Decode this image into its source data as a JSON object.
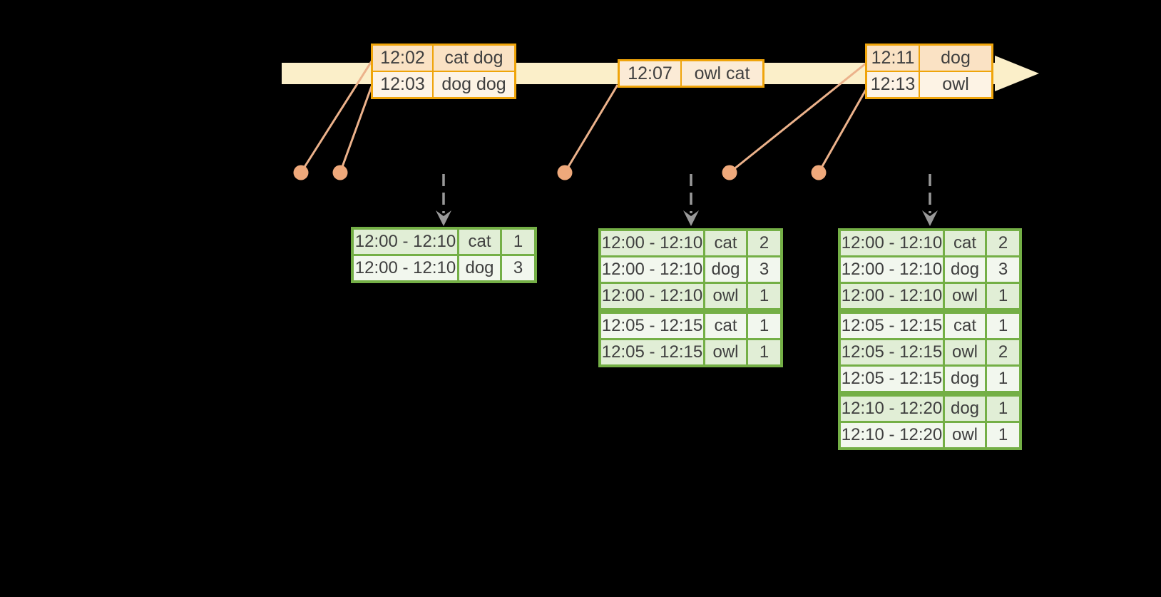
{
  "diagram": {
    "kind": "streaming-windowed-wordcount-timeline",
    "colors": {
      "background": "#000000",
      "timeline_fill": "#FBEFC9",
      "event_border": "#EFA40A",
      "event_row_dark": "#FAE2C4",
      "event_row_light": "#FDF3E5",
      "event_row_mid": "#FBEBD6",
      "connector_line": "#ECB28B",
      "event_dot": "#EFA97B",
      "trigger_arrow": "#999999",
      "green_border": "#74AF46",
      "green_row_dark": "#E1EED6",
      "green_row_light": "#F2F7EE",
      "text": "#3F3F3F"
    },
    "event_tables": [
      {
        "name": "event-batch-1",
        "rows": [
          {
            "time": "12:02",
            "words": "cat dog",
            "shade": "dark"
          },
          {
            "time": "12:03",
            "words": "dog dog",
            "shade": "light"
          }
        ]
      },
      {
        "name": "event-batch-2",
        "rows": [
          {
            "time": "12:07",
            "words": "owl cat",
            "shade": "mid"
          }
        ]
      },
      {
        "name": "event-batch-3",
        "rows": [
          {
            "time": "12:11",
            "words": "dog",
            "shade": "dark"
          },
          {
            "time": "12:13",
            "words": "owl",
            "shade": "light"
          }
        ]
      }
    ],
    "result_tables": [
      {
        "name": "result-table-1",
        "group_breaks": [],
        "rows": [
          {
            "window": "12:00 - 12:10",
            "word": "cat",
            "count": "1"
          },
          {
            "window": "12:00 - 12:10",
            "word": "dog",
            "count": "3"
          }
        ]
      },
      {
        "name": "result-table-2",
        "group_breaks": [
          2
        ],
        "rows": [
          {
            "window": "12:00 - 12:10",
            "word": "cat",
            "count": "2"
          },
          {
            "window": "12:00 - 12:10",
            "word": "dog",
            "count": "3"
          },
          {
            "window": "12:00 - 12:10",
            "word": "owl",
            "count": "1"
          },
          {
            "window": "12:05 - 12:15",
            "word": "cat",
            "count": "1"
          },
          {
            "window": "12:05 - 12:15",
            "word": "owl",
            "count": "1"
          }
        ]
      },
      {
        "name": "result-table-3",
        "group_breaks": [
          2,
          5
        ],
        "rows": [
          {
            "window": "12:00 - 12:10",
            "word": "cat",
            "count": "2"
          },
          {
            "window": "12:00 - 12:10",
            "word": "dog",
            "count": "3"
          },
          {
            "window": "12:00 - 12:10",
            "word": "owl",
            "count": "1"
          },
          {
            "window": "12:05 - 12:15",
            "word": "cat",
            "count": "1"
          },
          {
            "window": "12:05 - 12:15",
            "word": "owl",
            "count": "2"
          },
          {
            "window": "12:05 - 12:15",
            "word": "dog",
            "count": "1"
          },
          {
            "window": "12:10 - 12:20",
            "word": "dog",
            "count": "1"
          },
          {
            "window": "12:10 - 12:20",
            "word": "owl",
            "count": "1"
          }
        ]
      }
    ]
  }
}
